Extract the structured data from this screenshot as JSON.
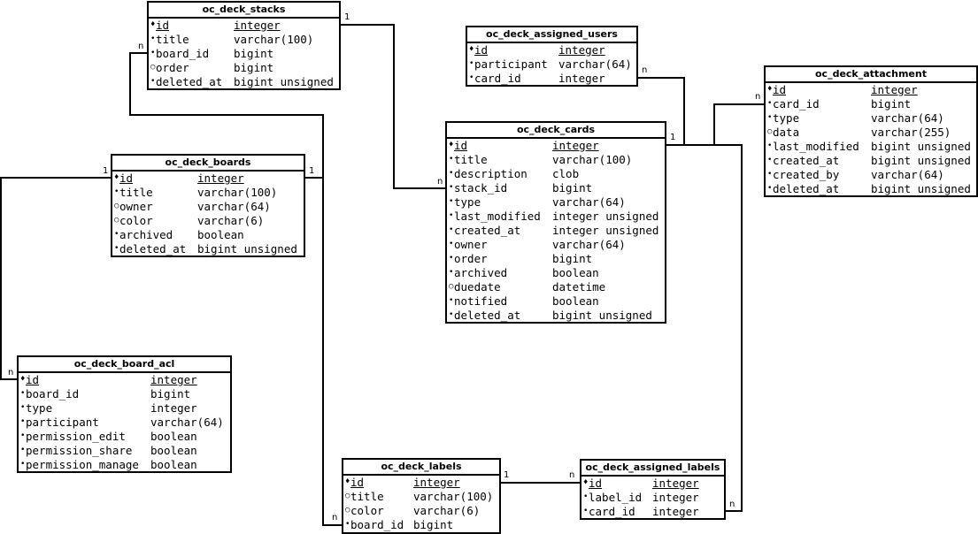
{
  "tables": {
    "stacks": {
      "title": "oc_deck_stacks",
      "columns": [
        {
          "marker": "♦",
          "name": "id",
          "type": "integer",
          "pk": true
        },
        {
          "marker": "•",
          "name": "title",
          "type": "varchar(100)"
        },
        {
          "marker": "•",
          "name": "board_id",
          "type": "bigint"
        },
        {
          "marker": "○",
          "name": "order",
          "type": "bigint"
        },
        {
          "marker": "•",
          "name": "deleted_at",
          "type": "bigint unsigned"
        }
      ]
    },
    "assigned_users": {
      "title": "oc_deck_assigned_users",
      "columns": [
        {
          "marker": "♦",
          "name": "id",
          "type": "integer",
          "pk": true
        },
        {
          "marker": "•",
          "name": "participant",
          "type": "varchar(64)"
        },
        {
          "marker": "•",
          "name": "card_id",
          "type": "integer"
        }
      ]
    },
    "attachment": {
      "title": "oc_deck_attachment",
      "columns": [
        {
          "marker": "♦",
          "name": "id",
          "type": "integer",
          "pk": true
        },
        {
          "marker": "•",
          "name": "card_id",
          "type": "bigint"
        },
        {
          "marker": "•",
          "name": "type",
          "type": "varchar(64)"
        },
        {
          "marker": "○",
          "name": "data",
          "type": "varchar(255)"
        },
        {
          "marker": "•",
          "name": "last_modified",
          "type": "bigint unsigned"
        },
        {
          "marker": "•",
          "name": "created_at",
          "type": "bigint unsigned"
        },
        {
          "marker": "•",
          "name": "created_by",
          "type": "varchar(64)"
        },
        {
          "marker": "•",
          "name": "deleted_at",
          "type": "bigint unsigned"
        }
      ]
    },
    "boards": {
      "title": "oc_deck_boards",
      "columns": [
        {
          "marker": "♦",
          "name": "id",
          "type": "integer",
          "pk": true
        },
        {
          "marker": "•",
          "name": "title",
          "type": "varchar(100)"
        },
        {
          "marker": "○",
          "name": "owner",
          "type": "varchar(64)"
        },
        {
          "marker": "○",
          "name": "color",
          "type": "varchar(6)"
        },
        {
          "marker": "•",
          "name": "archived",
          "type": "boolean"
        },
        {
          "marker": "•",
          "name": "deleted_at",
          "type": "bigint unsigned"
        }
      ]
    },
    "cards": {
      "title": "oc_deck_cards",
      "columns": [
        {
          "marker": "♦",
          "name": "id",
          "type": "integer",
          "pk": true
        },
        {
          "marker": "•",
          "name": "title",
          "type": "varchar(100)"
        },
        {
          "marker": "•",
          "name": "description",
          "type": "clob"
        },
        {
          "marker": "•",
          "name": "stack_id",
          "type": "bigint"
        },
        {
          "marker": "•",
          "name": "type",
          "type": "varchar(64)"
        },
        {
          "marker": "•",
          "name": "last_modified",
          "type": "integer unsigned"
        },
        {
          "marker": "•",
          "name": "created_at",
          "type": "integer unsigned"
        },
        {
          "marker": "•",
          "name": "owner",
          "type": "varchar(64)"
        },
        {
          "marker": "•",
          "name": "order",
          "type": "bigint"
        },
        {
          "marker": "•",
          "name": "archived",
          "type": "boolean"
        },
        {
          "marker": "○",
          "name": "duedate",
          "type": "datetime"
        },
        {
          "marker": "•",
          "name": "notified",
          "type": "boolean"
        },
        {
          "marker": "•",
          "name": "deleted_at",
          "type": "bigint unsigned"
        }
      ]
    },
    "board_acl": {
      "title": "oc_deck_board_acl",
      "columns": [
        {
          "marker": "♦",
          "name": "id",
          "type": "integer",
          "pk": true
        },
        {
          "marker": "•",
          "name": "board_id",
          "type": "bigint"
        },
        {
          "marker": "•",
          "name": "type",
          "type": "integer"
        },
        {
          "marker": "•",
          "name": "participant",
          "type": "varchar(64)"
        },
        {
          "marker": "•",
          "name": "permission_edit",
          "type": "boolean"
        },
        {
          "marker": "•",
          "name": "permission_share",
          "type": "boolean"
        },
        {
          "marker": "•",
          "name": "permission_manage",
          "type": "boolean"
        }
      ]
    },
    "labels": {
      "title": "oc_deck_labels",
      "columns": [
        {
          "marker": "♦",
          "name": "id",
          "type": "integer",
          "pk": true
        },
        {
          "marker": "○",
          "name": "title",
          "type": "varchar(100)"
        },
        {
          "marker": "○",
          "name": "color",
          "type": "varchar(6)"
        },
        {
          "marker": "•",
          "name": "board_id",
          "type": "bigint"
        }
      ]
    },
    "assigned_labels": {
      "title": "oc_deck_assigned_labels",
      "columns": [
        {
          "marker": "♦",
          "name": "id",
          "type": "integer",
          "pk": true
        },
        {
          "marker": "•",
          "name": "label_id",
          "type": "integer"
        },
        {
          "marker": "•",
          "name": "card_id",
          "type": "integer"
        }
      ]
    }
  },
  "cardinality": {
    "one": "1",
    "many": "n"
  }
}
